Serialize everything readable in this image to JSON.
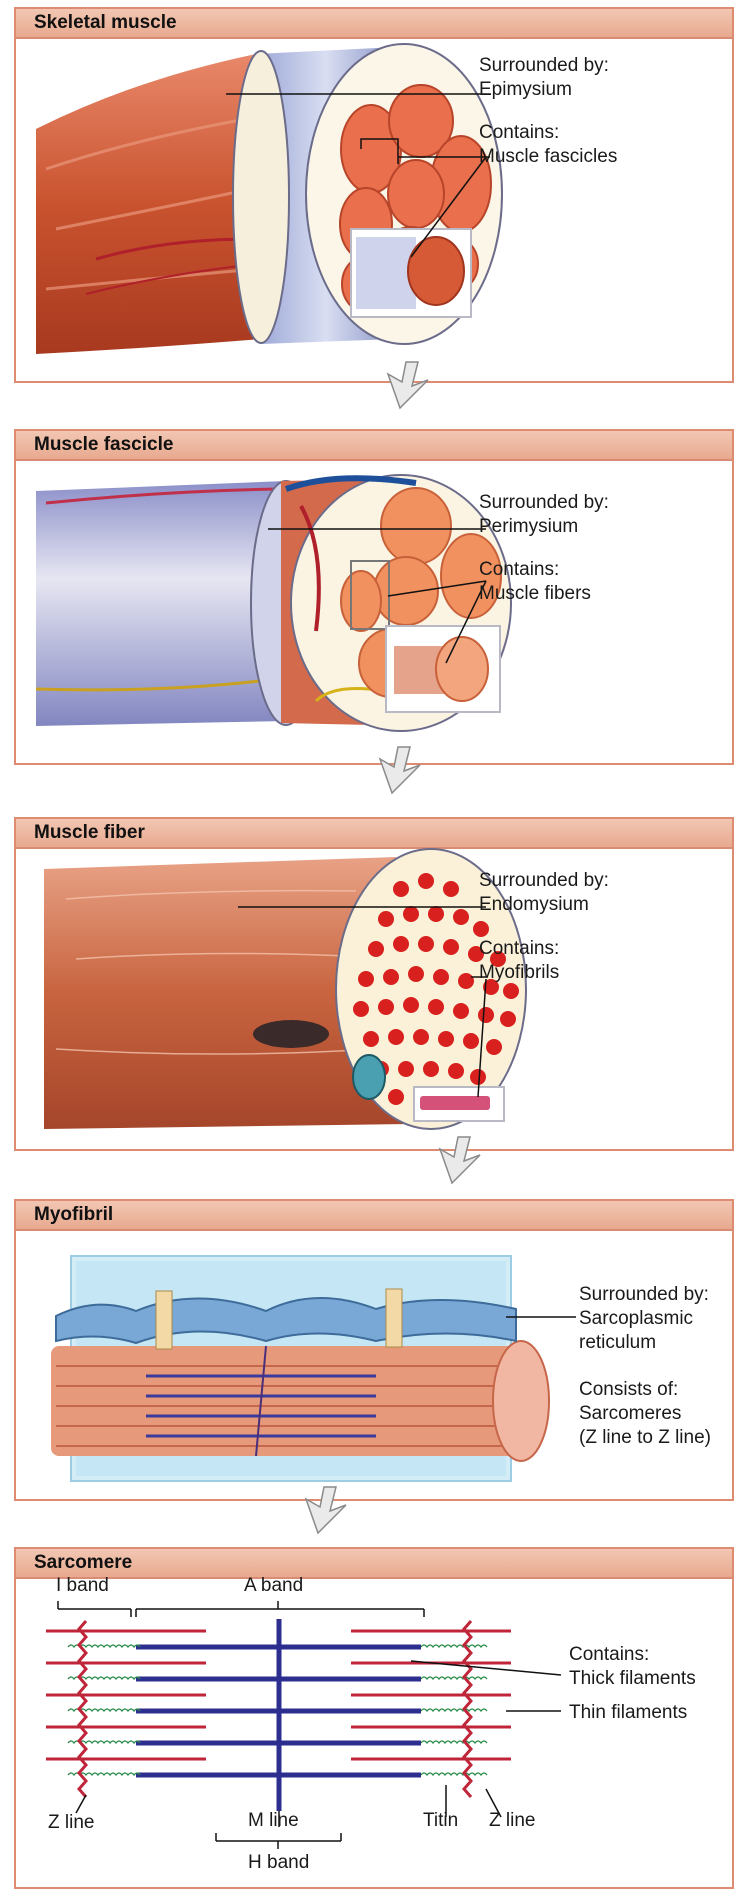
{
  "panels": [
    {
      "title": "Skeletal muscle",
      "labels": [
        "Surrounded by:",
        "Epimysium",
        "Contains:",
        "Muscle fascicles"
      ]
    },
    {
      "title": "Muscle fascicle",
      "labels": [
        "Surrounded by:",
        "Perimysium",
        "Contains:",
        "Muscle fibers"
      ]
    },
    {
      "title": "Muscle fiber",
      "labels": [
        "Surrounded by:",
        "Endomysium",
        "Contains:",
        "Myofibrils"
      ]
    },
    {
      "title": "Myofibril",
      "labels": [
        "Surrounded by:",
        "Sarcoplasmic",
        "reticulum",
        "Consists of:",
        "Sarcomeres",
        "(Z line to Z line)"
      ]
    },
    {
      "title": "Sarcomere",
      "labels": [
        "Contains:",
        "Thick filaments",
        "Thin filaments"
      ],
      "band_labels": {
        "i_band": "I band",
        "a_band": "A band",
        "z_line_left": "Z line",
        "m_line": "M line",
        "h_band": "H band",
        "titin": "Titin",
        "z_line_right": "Z line"
      }
    }
  ],
  "colors": {
    "panel_border": "#dd8c72",
    "header_fill": "#eeb49c",
    "muscle_red": "#c9422a",
    "thick_filament": "#2c2f8f",
    "thin_filament": "#c0263a",
    "titin": "#2a8a4a"
  }
}
